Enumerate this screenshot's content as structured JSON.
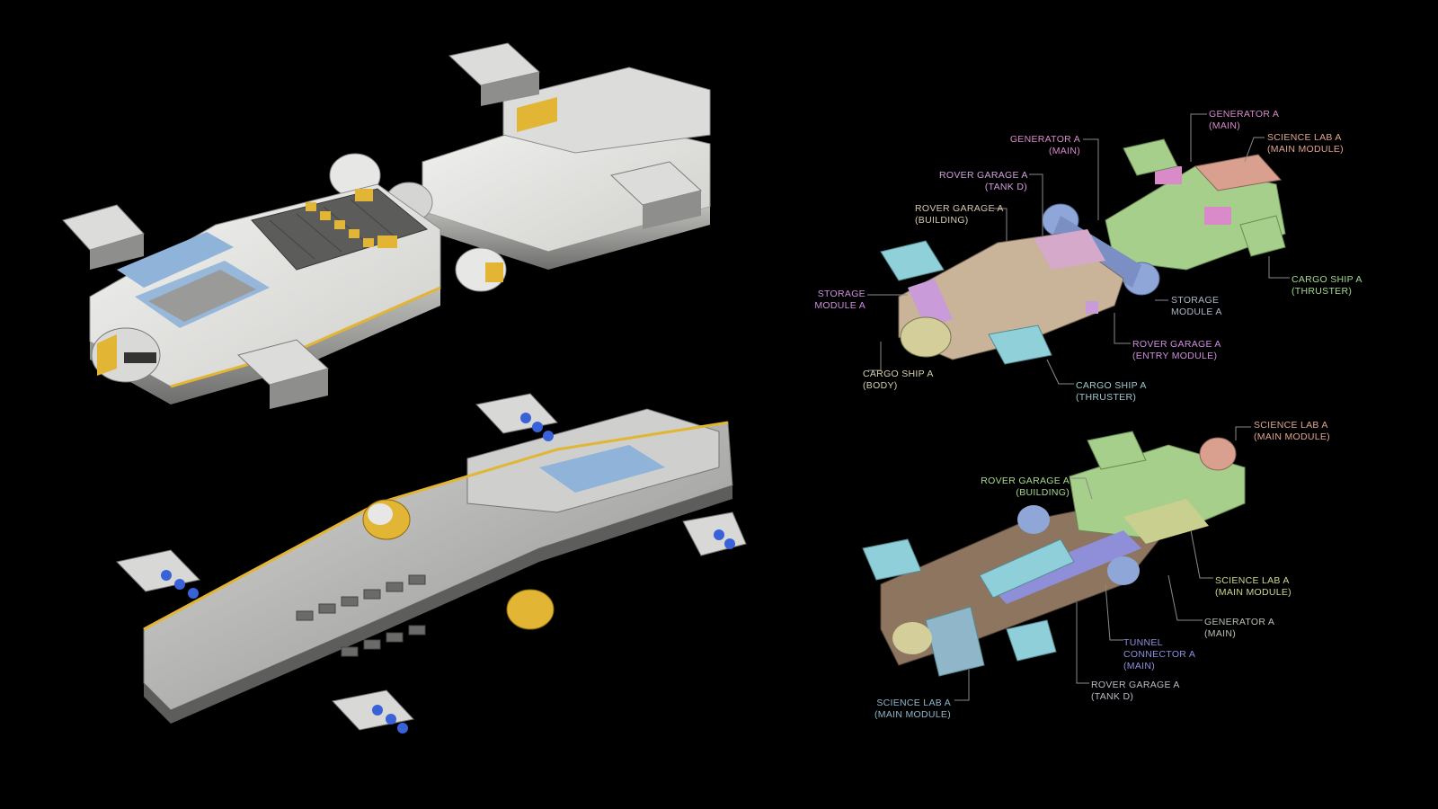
{
  "colors": {
    "background": "#000000",
    "hull_white": "#e4e4e2",
    "hull_shadow": "#9a9a98",
    "accent_yellow": "#e2b534",
    "accent_blue": "#8fb3d9",
    "thruster_blue": "#3a62d8",
    "generator": "#d98bc9",
    "science_lab": "#d9a08f",
    "rover_garage_building": "#b2d98f",
    "rover_garage_tank": "#8fa6d9",
    "rover_garage_entry": "#c99bd9",
    "storage_module": "#c99bd9",
    "cargo_body": "#d9d49b",
    "cargo_thruster": "#8fd0d9",
    "tunnel_connector": "#8f8fd9",
    "leader_line": "#8a8a8a"
  },
  "top_diagram": {
    "labels": [
      {
        "line1": "GENERATOR A",
        "line2": "(MAIN)",
        "color": "#d98bc9"
      },
      {
        "line1": "SCIENCE LAB A",
        "line2": "(MAIN MODULE)",
        "color": "#e0a58f"
      },
      {
        "line1": "GENERATOR A",
        "line2": "(MAIN)",
        "color": "#d98bc9"
      },
      {
        "line1": "ROVER GARAGE A",
        "line2": "(TANK D)",
        "color": "#cfa2dc"
      },
      {
        "line1": "ROVER GARAGE A",
        "line2": "(BUILDING)",
        "color": "#d6c9b0"
      },
      {
        "line1": "STORAGE",
        "line2": "MODULE A",
        "color": "#cf8fe0"
      },
      {
        "line1": "STORAGE",
        "line2": "MODULE A",
        "color": "#aab6c9"
      },
      {
        "line1": "CARGO SHIP A",
        "line2": "(THRUSTER)",
        "color": "#a6d98f"
      },
      {
        "line1": "ROVER GARAGE A",
        "line2": "(ENTRY MODULE)",
        "color": "#cf8fe0"
      },
      {
        "line1": "CARGO SHIP A",
        "line2": "(BODY)",
        "color": "#d6cfae"
      },
      {
        "line1": "CARGO SHIP A",
        "line2": "(THRUSTER)",
        "color": "#9fc9cf"
      }
    ]
  },
  "bottom_diagram": {
    "labels": [
      {
        "line1": "SCIENCE LAB A",
        "line2": "(MAIN MODULE)",
        "line3": "",
        "color": "#e0a58f"
      },
      {
        "line1": "ROVER GARAGE A",
        "line2": "(BUILDING)",
        "line3": "",
        "color": "#a6d98f"
      },
      {
        "line1": "SCIENCE LAB A",
        "line2": "(MAIN MODULE)",
        "line3": "",
        "color": "#c9d98f"
      },
      {
        "line1": "GENERATOR A",
        "line2": "(MAIN)",
        "line3": "",
        "color": "#b8c0b0"
      },
      {
        "line1": "TUNNEL",
        "line2": "CONNECTOR A",
        "line3": "(MAIN)",
        "color": "#8f8fe0"
      },
      {
        "line1": "ROVER GARAGE A",
        "line2": "(TANK D)",
        "line3": "",
        "color": "#b8bcc4"
      },
      {
        "line1": "SCIENCE LAB A",
        "line2": "(MAIN MODULE)",
        "line3": "",
        "color": "#8fb6c9"
      }
    ]
  }
}
